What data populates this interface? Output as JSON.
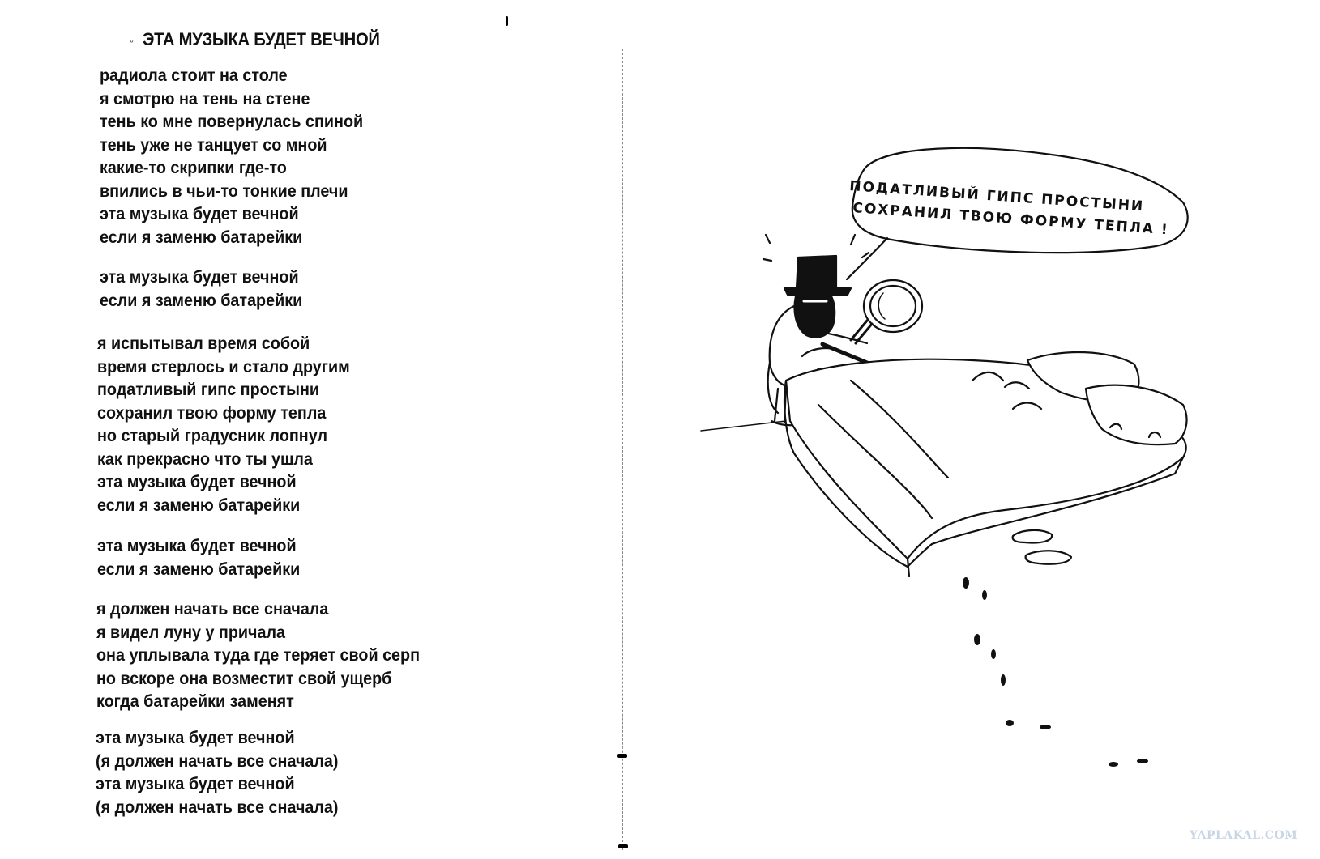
{
  "poem": {
    "title": "ЭТА МУЗЫКА БУДЕТ ВЕЧНОЙ",
    "stanzas": [
      [
        "радиола стоит на столе",
        "я смотрю на тень на стене",
        "тень ко мне повернулась спиной",
        "тень уже не танцует со мной",
        "какие-то скрипки где-то",
        "впились в чьи-то тонкие плечи",
        "эта музыка будет вечной",
        "если я заменю батарейки"
      ],
      [
        "эта музыка будет вечной",
        "если я заменю батарейки"
      ],
      [
        "я испытывал время собой",
        "время стерлось и стало другим",
        "податливый гипс простыни",
        "сохранил твою форму тепла",
        "но старый градусник лопнул",
        "как прекрасно что ты ушла",
        "эта музыка будет вечной",
        "если я заменю батарейки"
      ],
      [
        "эта музыка будет вечной",
        "если я заменю батарейки"
      ],
      [
        "я должен начать все сначала",
        "я видел луну у причала",
        "она уплывала туда где теряет свой серп",
        "но вскоре она возместит свой ущерб",
        "когда батарейки заменят"
      ],
      [
        "эта музыка будет вечной",
        "(я должен начать все сначала)",
        "эта музыка будет вечной",
        "(я должен начать все сначала)"
      ]
    ]
  },
  "illustration": {
    "speech_line_1": "ПОДАТЛИВЫЙ  ГИПС ПРОСТЫНИ",
    "speech_line_2": "СОХРАНИЛ ТВОЮ  ФОРМУ  ТЕПЛА !"
  },
  "watermark": "YAPLAKAL.COM",
  "colors": {
    "ink": "#111111",
    "paper": "#ffffff",
    "watermark": "#c9d6e6"
  }
}
